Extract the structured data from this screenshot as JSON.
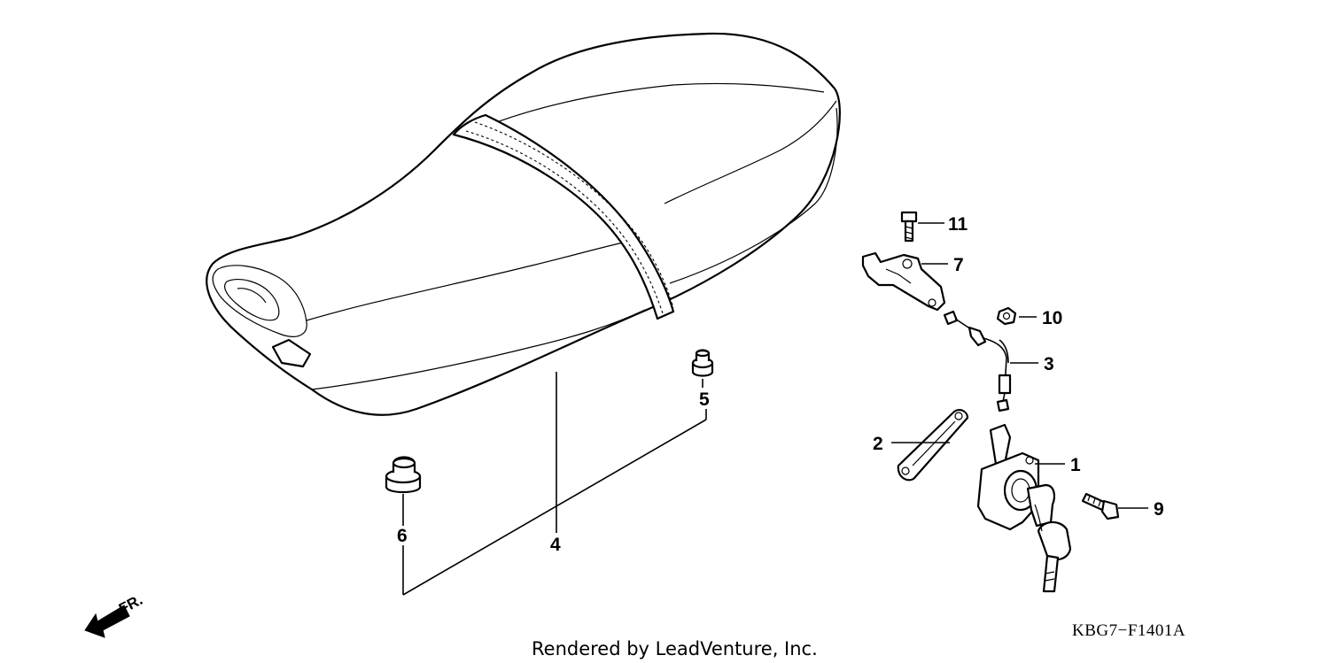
{
  "callouts": {
    "c1": "1",
    "c2": "2",
    "c3": "3",
    "c4": "4",
    "c5": "5",
    "c6": "6",
    "c7": "7",
    "c9": "9",
    "c10": "10",
    "c11": "11"
  },
  "direction_label": "FR.",
  "diagram_code": "KBG7−F1401A",
  "credit": "Rendered by LeadVenture, Inc."
}
